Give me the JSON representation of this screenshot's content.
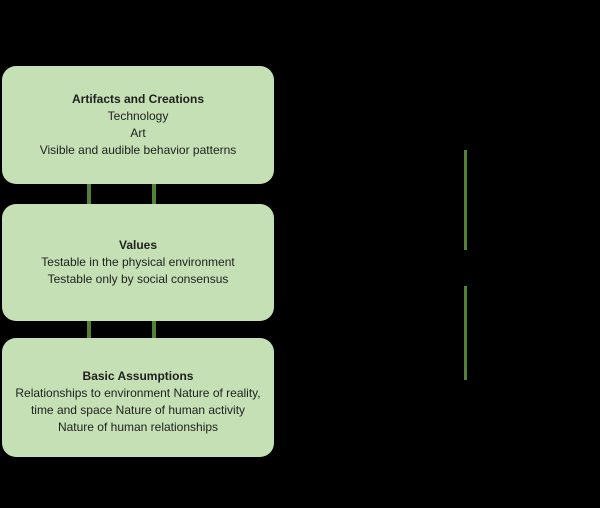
{
  "colors": {
    "background": "#000000",
    "box_fill": "#C5E0B4",
    "connector_green": "#538135",
    "text": "#1F1F1F"
  },
  "diagram": {
    "boxes": [
      {
        "title": "Artifacts and Creations",
        "lines": [
          "Technology",
          "Art",
          "Visible and audible behavior patterns"
        ]
      },
      {
        "title": "Values",
        "lines": [
          "Testable in the physical environment",
          "Testable only by social consensus"
        ]
      },
      {
        "title": "Basic Assumptions",
        "lines": [
          "Relationships to environment Nature of reality, time and space Nature of human activity Nature of human relationships"
        ]
      }
    ]
  }
}
